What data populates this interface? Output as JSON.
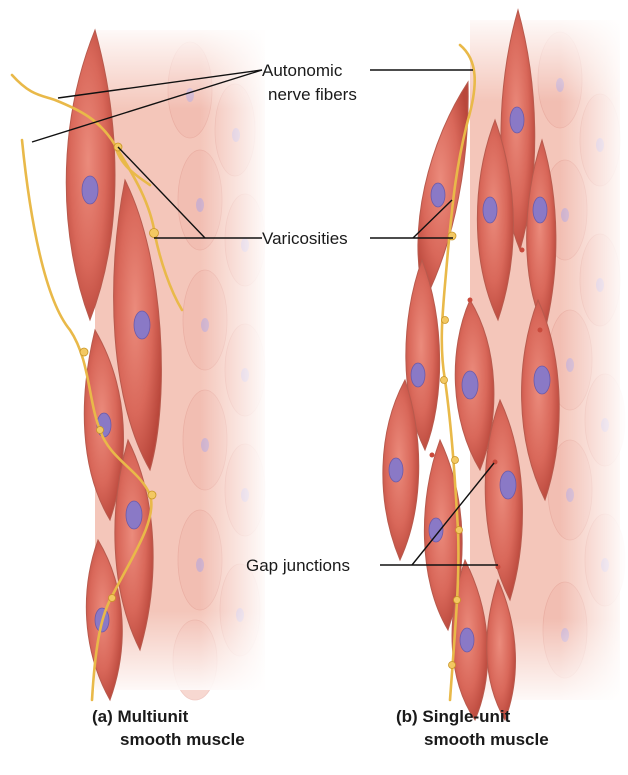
{
  "labels": {
    "autonomic_line1": "Autonomic",
    "autonomic_line2": "nerve fibers",
    "varicosities": "Varicosities",
    "gap_junctions": "Gap junctions"
  },
  "captions": {
    "a_line1": "(a) Multiunit",
    "a_line2": "smooth muscle",
    "b_line1": "(b) Single-unit",
    "b_line2": "smooth muscle"
  },
  "colors": {
    "muscle_cell": "#d9685a",
    "nucleus": "#8a79c6",
    "nerve_fiber": "#e9b949",
    "background_tissue": "#f2c4b8"
  }
}
